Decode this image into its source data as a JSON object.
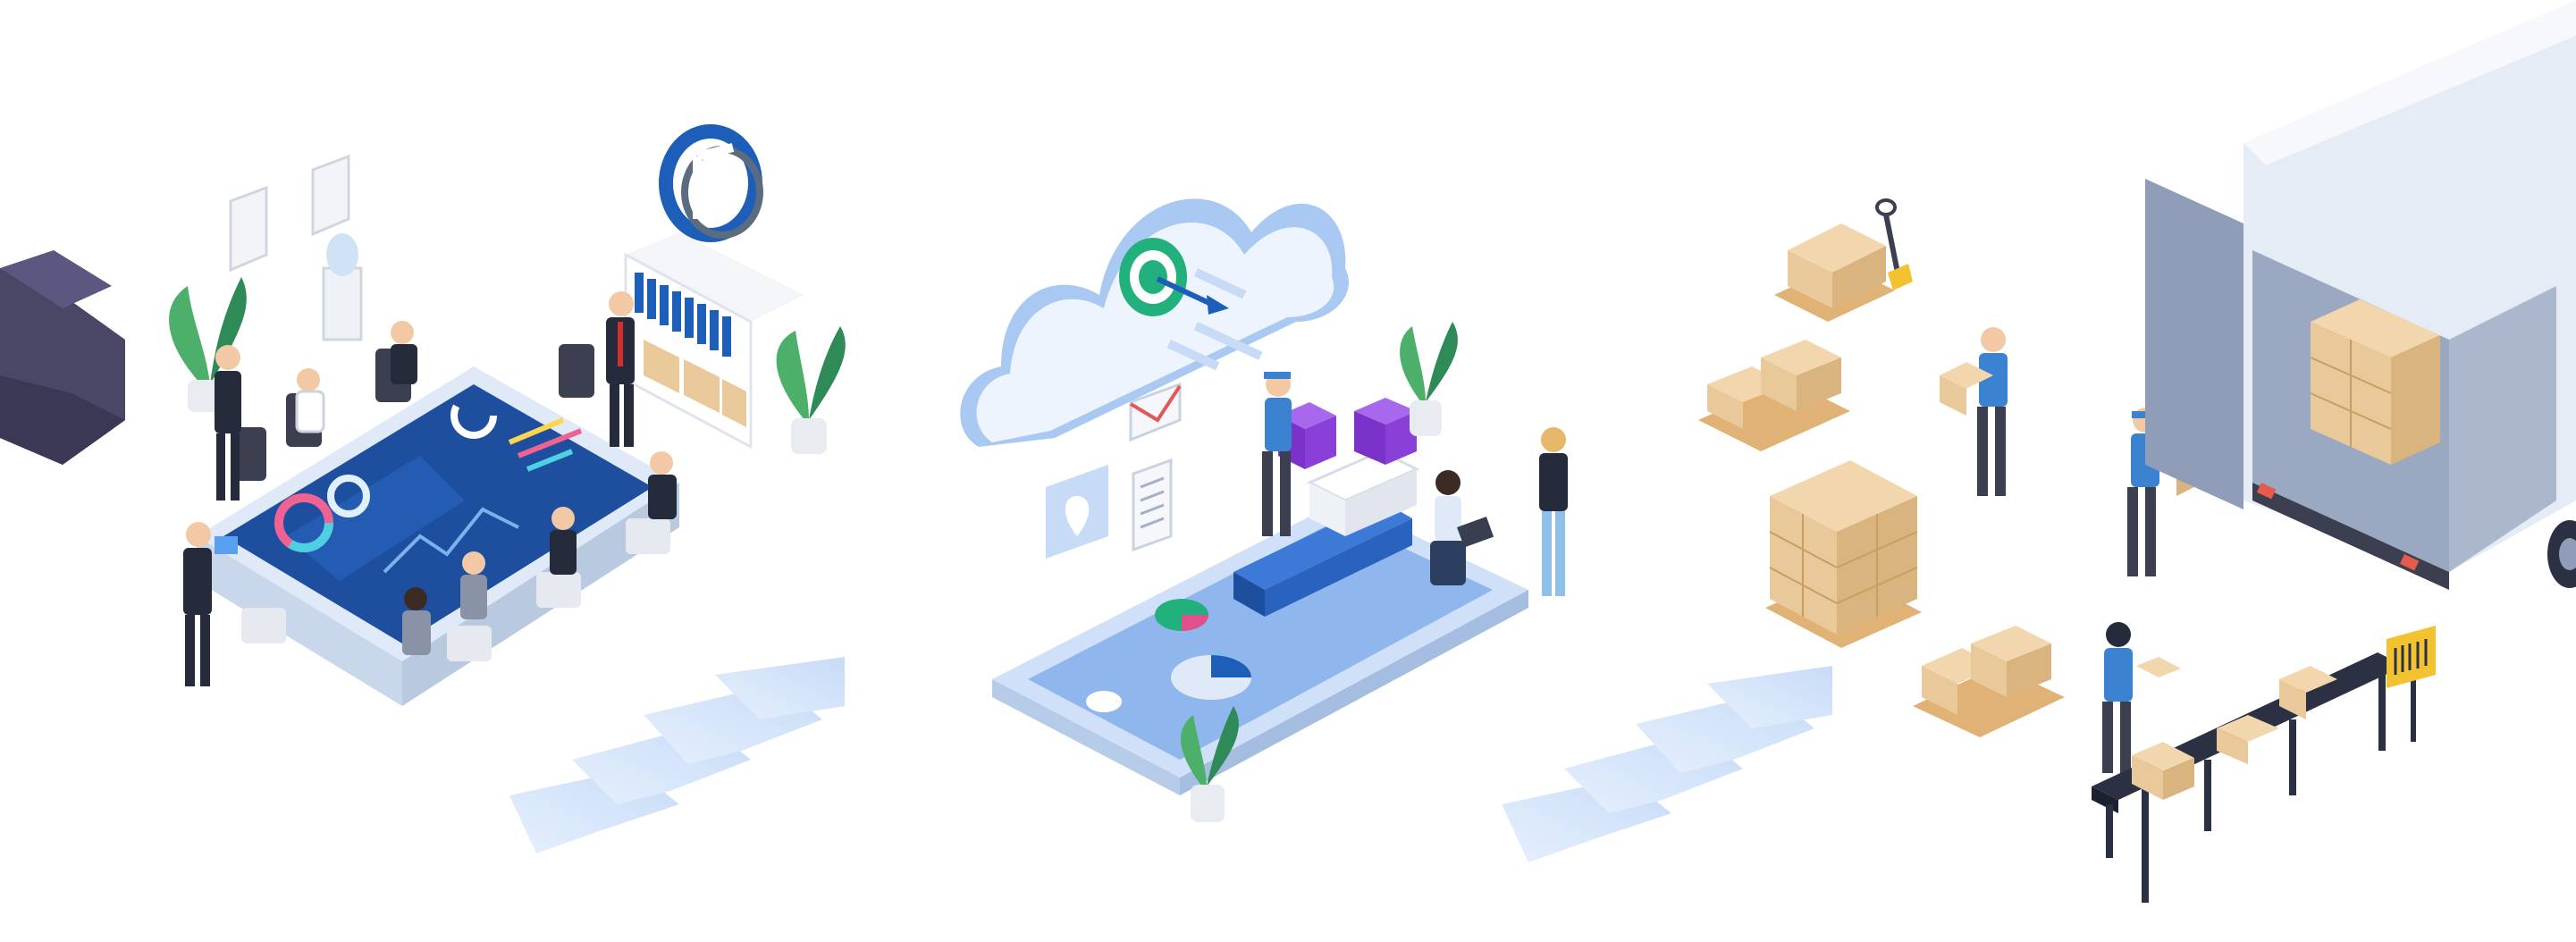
{
  "colors": {
    "background": "#ffffff",
    "accent_blue": "#1d5fb8",
    "light_blue": "#c9defa",
    "purple": "#8a3fd8",
    "box_tan": "#e9c89a",
    "pallet": "#e0b276",
    "suit_dark": "#262b3b",
    "worker_blue": "#3b83d1",
    "sofa": "#4a4666",
    "truck_grey": "#8f9db8"
  },
  "scenes": [
    {
      "name": "business-meeting",
      "icon": "meeting-table-icon"
    },
    {
      "name": "digital-cloud-operations",
      "icon": "cloud-icon"
    },
    {
      "name": "warehouse-logistics",
      "icon": "delivery-truck-icon"
    }
  ],
  "logo": {
    "icon": "circular-f-logo-icon"
  }
}
